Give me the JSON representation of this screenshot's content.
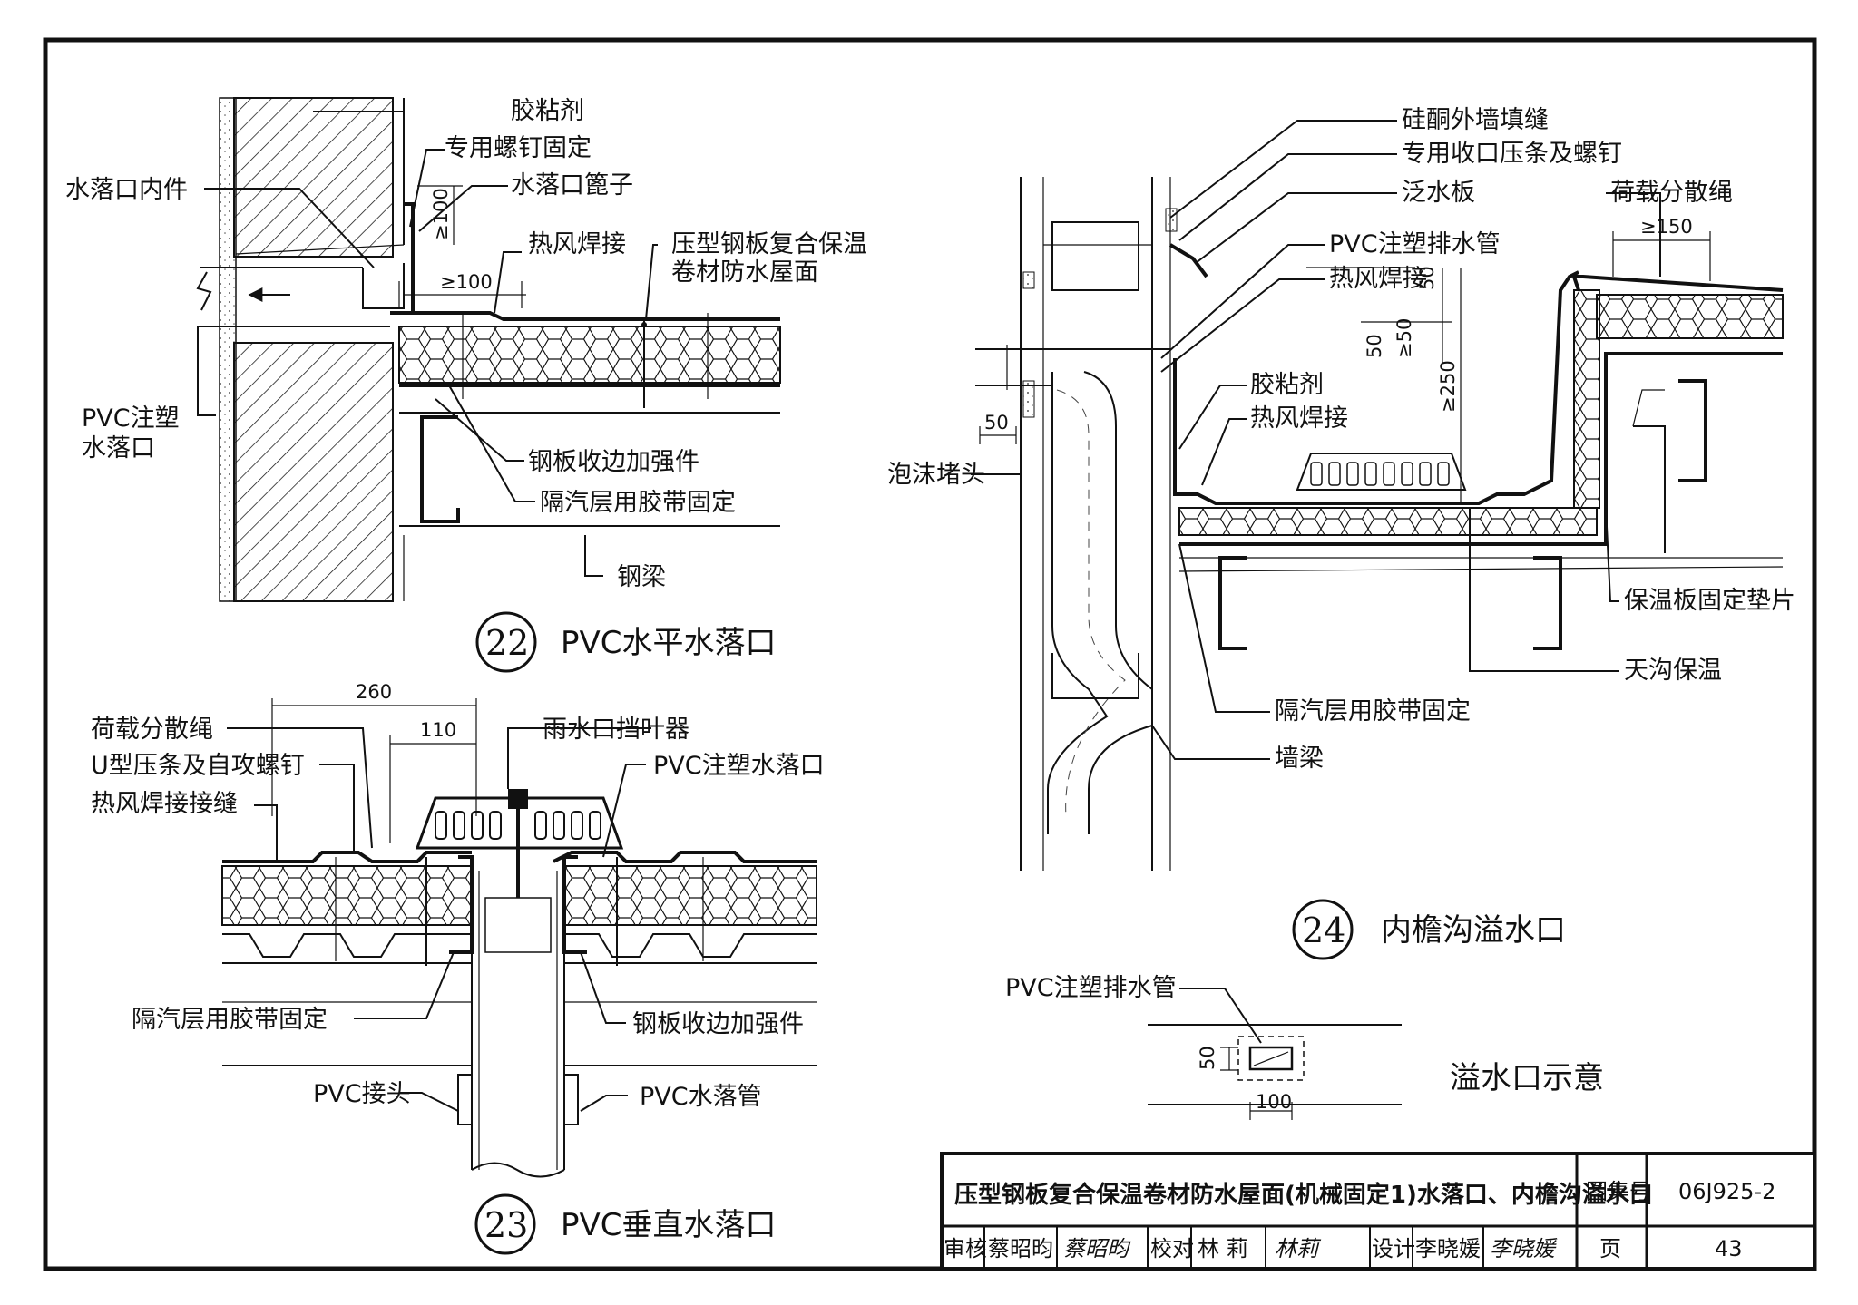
{
  "detail22": {
    "number": "22",
    "caption": "PVC水平水落口",
    "labels": {
      "adhesive": "胶粘剂",
      "screw_fix": "专用螺钉固定",
      "inner_part": "水落口内件",
      "grate": "水落口篦子",
      "hot_air_weld": "热风焊接",
      "roof_line1": "压型钢板复合保温",
      "roof_line2": "卷材防水屋面",
      "pvc_line1": "PVC注塑",
      "pvc_line2": "水落口",
      "edge_reinforce": "钢板收边加强件",
      "vapor_tape": "隔汽层用胶带固定",
      "steel_beam": "钢梁"
    },
    "dims": {
      "d1": "≥100",
      "d2": "≥100"
    }
  },
  "detail23": {
    "number": "23",
    "caption": "PVC垂直水落口",
    "labels": {
      "load_rope": "荷载分散绳",
      "u_strip": "U型压条及自攻螺钉",
      "hot_air_seam": "热风焊接接缝",
      "leaf_guard": "雨水口挡叶器",
      "pvc_outlet": "PVC注塑水落口",
      "vapor_tape": "隔汽层用胶带固定",
      "edge_reinforce": "钢板收边加强件",
      "pvc_joint": "PVC接头",
      "pvc_pipe": "PVC水落管"
    },
    "dims": {
      "d260": "260",
      "d110": "110"
    }
  },
  "detail24": {
    "number": "24",
    "caption": "内檐沟溢水口",
    "labels": {
      "silicone": "硅酮外墙填缝",
      "closure_strip": "专用收口压条及螺钉",
      "flashing": "泛水板",
      "pvc_drain_pipe": "PVC注塑排水管",
      "hot_air_weld": "热风焊接",
      "foam_plug": "泡沫堵头",
      "adhesive": "胶粘剂",
      "hot_air_weld2": "热风焊接",
      "load_rope": "荷载分散绳",
      "insul_washer": "保温板固定垫片",
      "gutter_insul": "天沟保温",
      "vapor_tape": "隔汽层用胶带固定",
      "wall_beam": "墙梁"
    },
    "dims": {
      "d50a": "50",
      "d50b": "50",
      "d50c": "≥50",
      "d250": "≥250",
      "d150": "≥150",
      "d50d": "50"
    }
  },
  "overflow": {
    "label": "PVC注塑排水管",
    "caption": "溢水口示意",
    "dim_h": "50",
    "dim_w": "100"
  },
  "title_block": {
    "title": "压型钢板复合保温卷材防水屋面(机械固定1)水落口、内檐沟溢水口",
    "atlas_label": "图集号",
    "atlas_no": "06J925-2",
    "review_label": "审核",
    "reviewer": "蔡昭昀",
    "reviewer_sig": "蔡昭昀",
    "check_label": "校对",
    "checker": "林 莉",
    "checker_sig": "林莉",
    "design_label": "设计",
    "designer": "李晓媛",
    "designer_sig": "李晓媛",
    "page_label": "页",
    "page_no": "43"
  }
}
